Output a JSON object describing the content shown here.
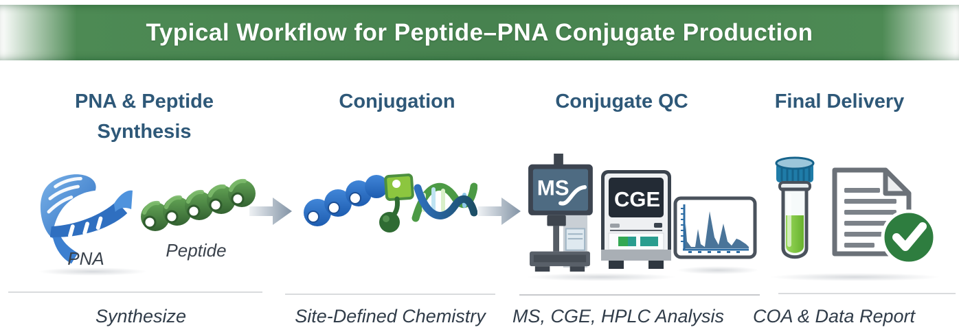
{
  "header": {
    "title": "Typical Workflow for Peptide–PNA Conjugate Production"
  },
  "stages": [
    {
      "heading": "PNA & Peptide Synthesis",
      "caption": "Synthesize",
      "items": [
        {
          "icon": "pna-ribbon-icon",
          "label": "PNA"
        },
        {
          "icon": "peptide-coil-icon",
          "label": "Peptide"
        }
      ]
    },
    {
      "heading": "Conjugation",
      "caption": "Site-Defined Chemistry",
      "items": [
        {
          "icon": "peptide-pna-conjugate-icon"
        }
      ]
    },
    {
      "heading": "Conjugate QC",
      "caption": "MS, CGE, HPLC Analysis",
      "items": [
        {
          "icon": "mass-spectrometer-icon",
          "label": "MS"
        },
        {
          "icon": "cge-analyzer-icon",
          "label": "CGE"
        },
        {
          "icon": "hplc-chromatogram-icon"
        }
      ]
    },
    {
      "heading": "Final Delivery",
      "caption": "COA & Data Report",
      "items": [
        {
          "icon": "sample-tube-icon"
        },
        {
          "icon": "coa-report-check-icon"
        }
      ]
    }
  ],
  "colors": {
    "banner-green": "#4d8a54",
    "heading-blue": "#2e5878",
    "caption-dark": "#303c49",
    "pna-blue": "#3b7fd0",
    "peptide-green": "#4c8a43",
    "conjugate-blue": "#2b6cc4",
    "linker-green": "#8cc63f",
    "check-green": "#2e7d3f",
    "arrow-gray": "#8293a5",
    "ms-screen-slate": "#4e6b82",
    "cge-screen-dark": "#232b35",
    "cge-button-teal": "#2a9d8f",
    "chromatogram-blue": "#4a7499",
    "tube-cap-blue": "#1f7ca8",
    "liquid-green": "#7dc242"
  }
}
